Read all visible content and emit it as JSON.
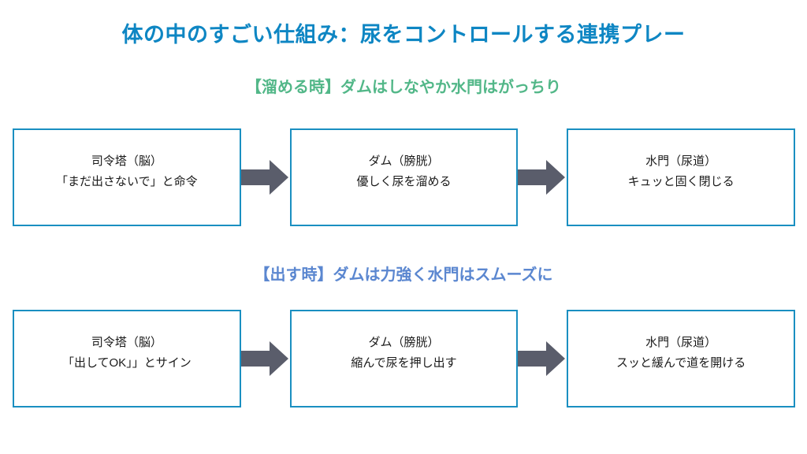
{
  "page": {
    "title": "体の中のすごい仕組み：尿をコントロールする連携プレー",
    "background_color": "#ffffff",
    "title_color": "#0e86c3",
    "box_border_color": "#1a8fc1",
    "arrow_color": "#5a5d6b"
  },
  "sections": [
    {
      "subtitle": "【溜める時】ダムはしなやか水門はがっちり",
      "subtitle_color": "#52b788",
      "steps": [
        {
          "line1": "司令塔（脳）",
          "line2": "「まだ出さないで」と命令"
        },
        {
          "line1": "ダム（膀胱）",
          "line2": "優しく尿を溜める"
        },
        {
          "line1": "水門（尿道）",
          "line2": "キュッと固く閉じる"
        }
      ],
      "arrows": [
        {
          "icon": "arrow-right-icon"
        },
        {
          "icon": "arrow-right-icon"
        }
      ]
    },
    {
      "subtitle": "【出す時】ダムは力強く水門はスムーズに",
      "subtitle_color": "#5b87d0",
      "steps": [
        {
          "line1": "司令塔（脳）",
          "line2": "「出してOK」」とサイン"
        },
        {
          "line1": "ダム（膀胱）",
          "line2": "縮んで尿を押し出す"
        },
        {
          "line1": "水門（尿道）",
          "line2": "スッと緩んで道を開ける"
        }
      ],
      "arrows": [
        {
          "icon": "arrow-right-icon"
        },
        {
          "icon": "arrow-right-icon"
        }
      ]
    }
  ]
}
